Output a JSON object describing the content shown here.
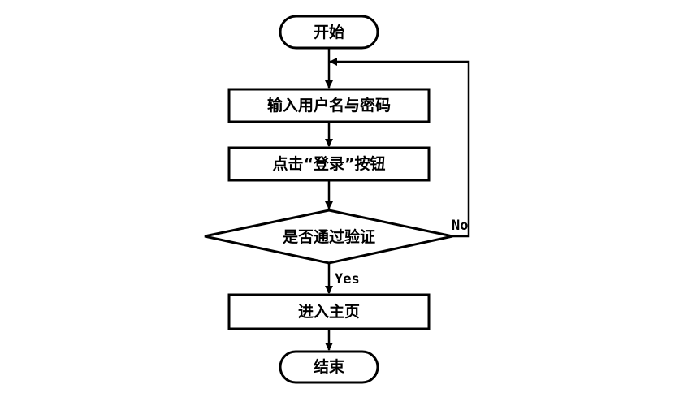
{
  "flowchart": {
    "nodes": {
      "start": "开始",
      "input": "输入用户名与密码",
      "click": "点击“登录”按钮",
      "verify": "是否通过验证",
      "enter": "进入主页",
      "end": "结束"
    },
    "edges": {
      "yes": "Yes",
      "no": "No"
    }
  }
}
